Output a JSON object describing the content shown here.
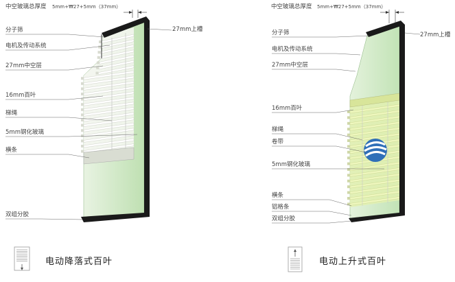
{
  "left": {
    "thickness_title": "中空玻璃总厚度",
    "thickness_value": "5mm+₩27+5mm（37mm）",
    "top_groove": "27mm上槽",
    "labels": [
      "分子筛",
      "电机及传动系统",
      "27mm中空层",
      "16mm百叶",
      "梯绳",
      "5mm钢化玻璃",
      "横条",
      "双组分胶"
    ],
    "caption": "电动降落式百叶"
  },
  "right": {
    "thickness_title": "中空玻璃总厚度",
    "thickness_value": "5mm+₩27+5mm（37mm）",
    "top_groove": "27mm上槽",
    "labels": [
      "分子筛",
      "电机及传动系统",
      "27mm中空层",
      "16mm百叶",
      "梯绳",
      "卷带",
      "5mm钢化玻璃",
      "横条",
      "铝格条",
      "双组分胶"
    ],
    "caption": "电动上升式百叶"
  },
  "colors": {
    "glass": "#cfe8c4",
    "frame": "#1a1a1a",
    "slat_left": "#f4f6f0",
    "slat_right": "#e6f2a6",
    "leader": "#666666"
  },
  "icons": [
    "blind-down-icon",
    "blind-up-icon",
    "company-logo-icon"
  ]
}
